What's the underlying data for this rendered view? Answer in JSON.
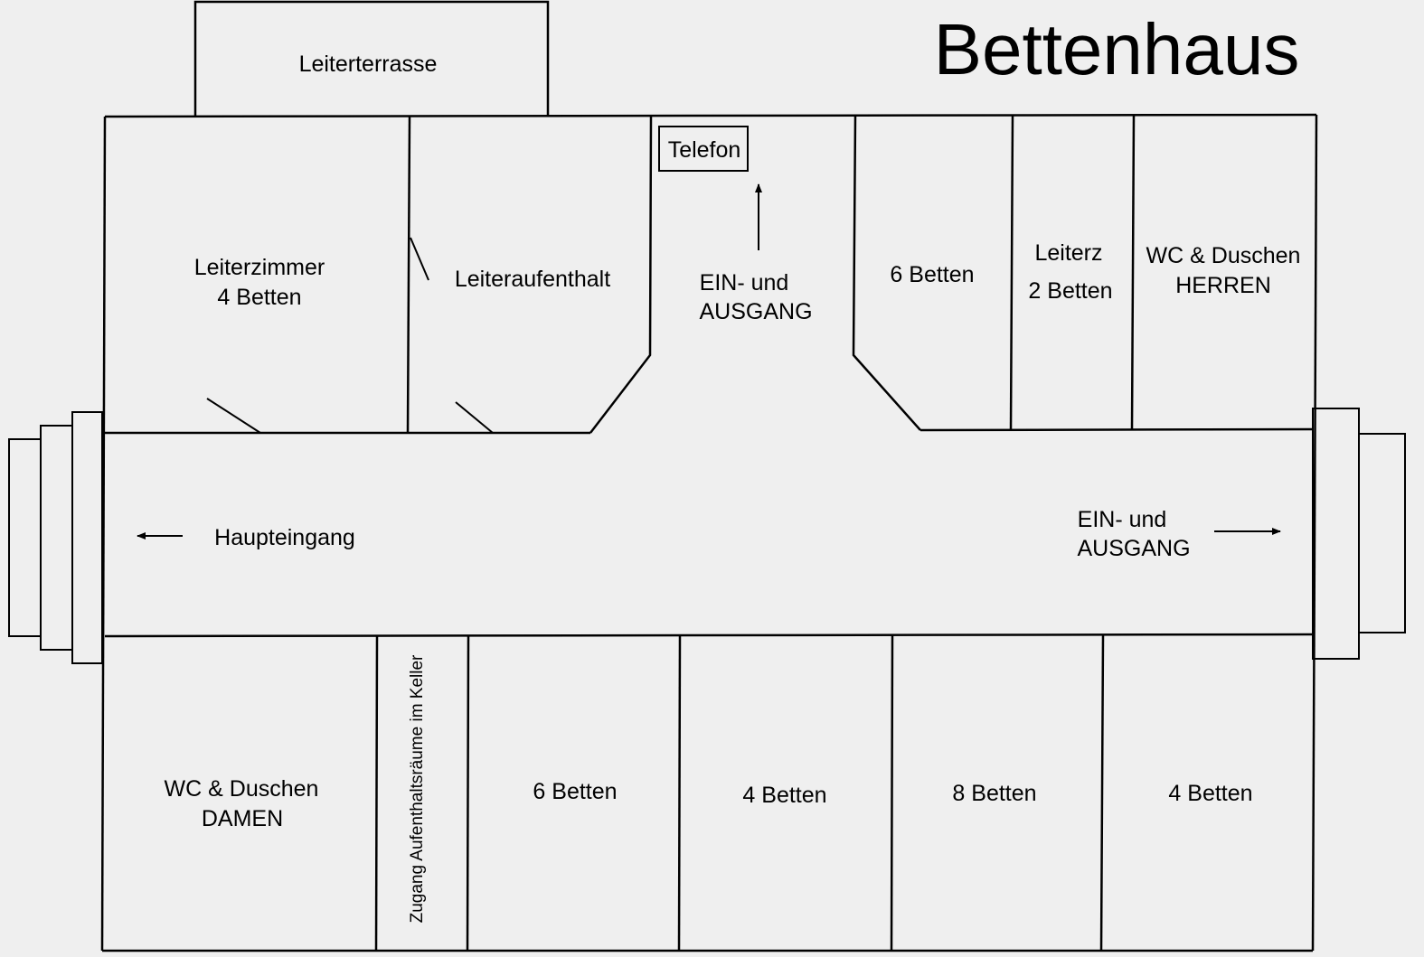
{
  "title": "Bettenhaus",
  "rooms": {
    "leiterterrasse": "Leiterterrasse",
    "leiterzimmer": [
      "Leiterzimmer",
      "4 Betten"
    ],
    "leiteraufenthalt": "Leiteraufenthalt",
    "telefon": "Telefon",
    "ein_ausgang_top": [
      "EIN- und",
      "AUSGANG"
    ],
    "betten_top_right": "6 Betten",
    "leiterz": [
      "Leiterz",
      "2 Betten"
    ],
    "wc_herren": [
      "WC & Duschen",
      "HERREN"
    ],
    "haupteingang": "Haupteingang",
    "ein_ausgang_right": [
      "EIN- und",
      "AUSGANG"
    ],
    "wc_damen": [
      "WC & Duschen",
      "DAMEN"
    ],
    "zugang_keller": "Zugang Aufenthaltsräume im Keller",
    "betten_b1": "6 Betten",
    "betten_b2": "4 Betten",
    "betten_b3": "8 Betten",
    "betten_b4": "4 Betten"
  }
}
